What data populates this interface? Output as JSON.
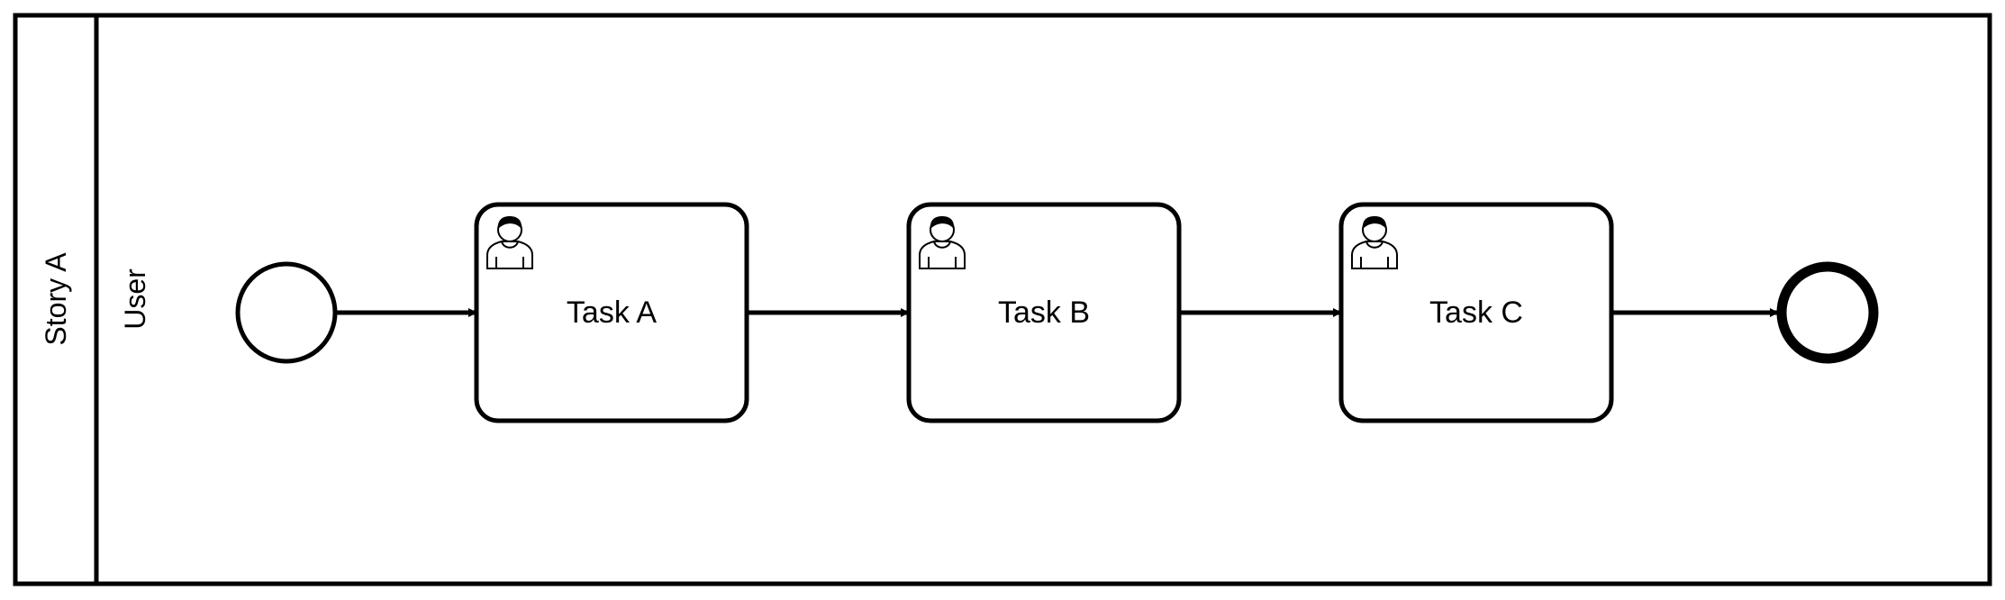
{
  "diagram": {
    "pool": {
      "label": "Story A"
    },
    "lane": {
      "label": "User"
    },
    "start_event": {
      "type": "start-event"
    },
    "tasks": [
      {
        "label": "Task A",
        "type": "user-task",
        "icon": "user-icon"
      },
      {
        "label": "Task B",
        "type": "user-task",
        "icon": "user-icon"
      },
      {
        "label": "Task C",
        "type": "user-task",
        "icon": "user-icon"
      }
    ],
    "end_event": {
      "type": "end-event"
    },
    "sequence_flows": [
      {
        "from": "start-event",
        "to": "Task A"
      },
      {
        "from": "Task A",
        "to": "Task B"
      },
      {
        "from": "Task B",
        "to": "Task C"
      },
      {
        "from": "Task C",
        "to": "end-event"
      }
    ],
    "colors": {
      "stroke": "#000000",
      "fill": "#ffffff"
    }
  }
}
